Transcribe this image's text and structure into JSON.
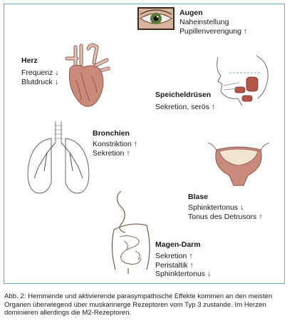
{
  "organs": {
    "augen": {
      "title": "Augen",
      "effects": [
        "Naheinstellung",
        "Pupillenverengung ↑"
      ]
    },
    "herz": {
      "title": "Herz",
      "effects": [
        "Frequenz ↓",
        "Blutdruck ↓"
      ]
    },
    "speicheldruesen": {
      "title": "Speicheldrüsen",
      "effects": [
        "Sekretion, serös ↑"
      ]
    },
    "bronchien": {
      "title": "Bronchien",
      "effects": [
        "Konstriktion ↑",
        "Sekretion ↑"
      ]
    },
    "blase": {
      "title": "Blase",
      "effects": [
        "Sphinktertonus ↓",
        "Tonus des Detrusors ↑"
      ]
    },
    "magen_darm": {
      "title": "Magen-Darm",
      "effects": [
        "Sekretion ↑",
        "Peristaltik ↑",
        "Sphinktertonus ↓"
      ]
    }
  },
  "caption": "Abb. 2: Hemmende und aktivierende parasympathische Effekte kommen an den meisten Organen überwiegend über muskarinerge Rezeptoren vom Typ 3 zustande. Im Herzen dominieren allerdings die M2-Rezeptoren.",
  "colors": {
    "frame": "#6fa5c7",
    "organ_fill": "#c98a7c",
    "outline": "#8a5a4c",
    "iris": "#5b7a3a"
  }
}
